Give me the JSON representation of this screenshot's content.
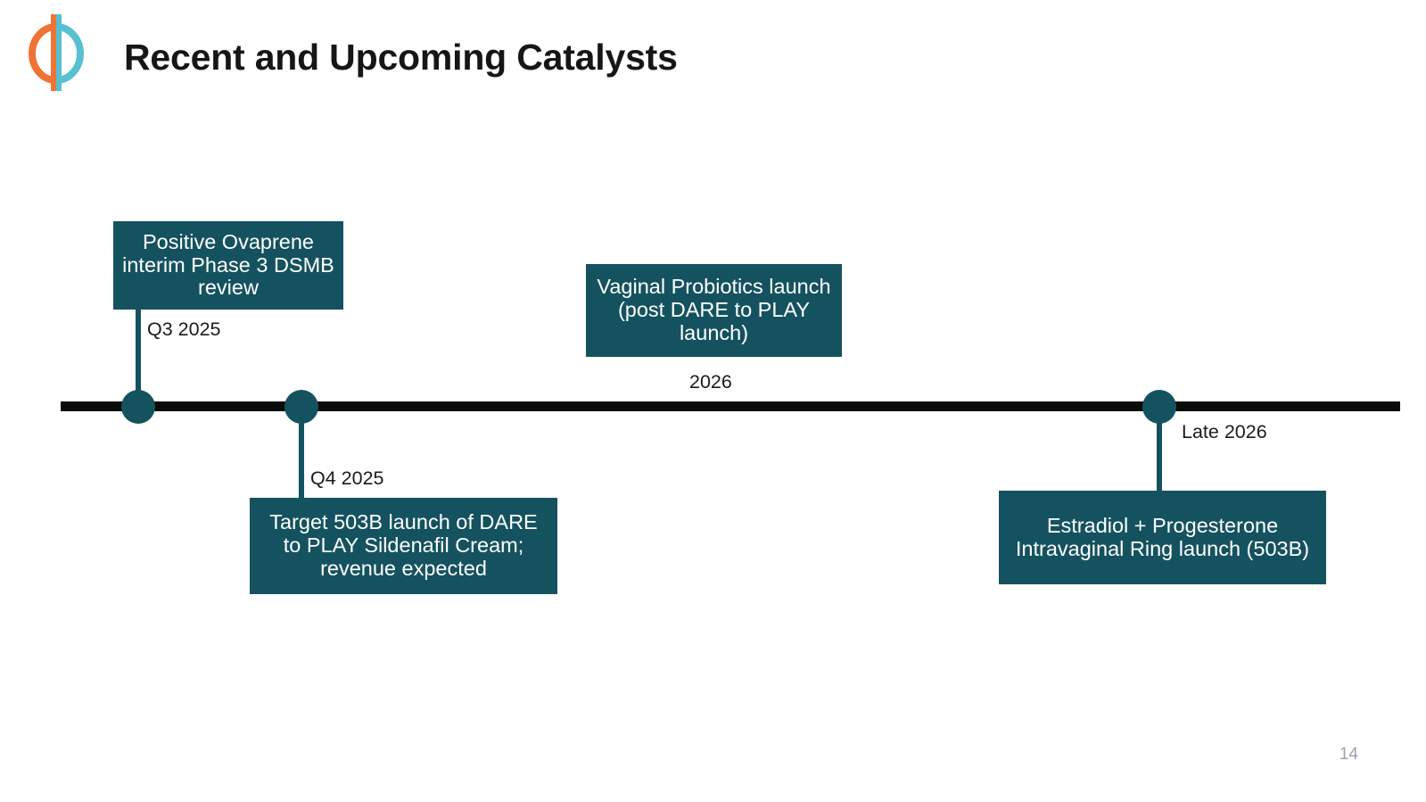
{
  "slide": {
    "title": "Recent and Upcoming Catalysts",
    "page_number": "14",
    "accent_color": "#15525f",
    "axis_color": "#0b0b0b",
    "logo": {
      "name": "dare-bioscience-logo",
      "color_left": "#ee7436",
      "color_right": "#58c0d0"
    }
  },
  "timeline": {
    "milestones": [
      {
        "id": "q3-2025",
        "date_label": "Q3 2025",
        "text": "Positive Ovaprene interim Phase 3 DSMB review",
        "position": "above",
        "has_dot": true
      },
      {
        "id": "q4-2025",
        "date_label": "Q4 2025",
        "text": "Target 503B launch of DARE to PLAY Sildenafil Cream; revenue expected",
        "position": "below",
        "has_dot": true
      },
      {
        "id": "2026",
        "date_label": "2026",
        "text": "Vaginal Probiotics launch (post DARE to PLAY launch)",
        "position": "above",
        "has_dot": false
      },
      {
        "id": "late-2026",
        "date_label": "Late 2026",
        "text": "Estradiol + Progesterone Intravaginal Ring launch (503B)",
        "position": "below",
        "has_dot": true
      }
    ]
  }
}
